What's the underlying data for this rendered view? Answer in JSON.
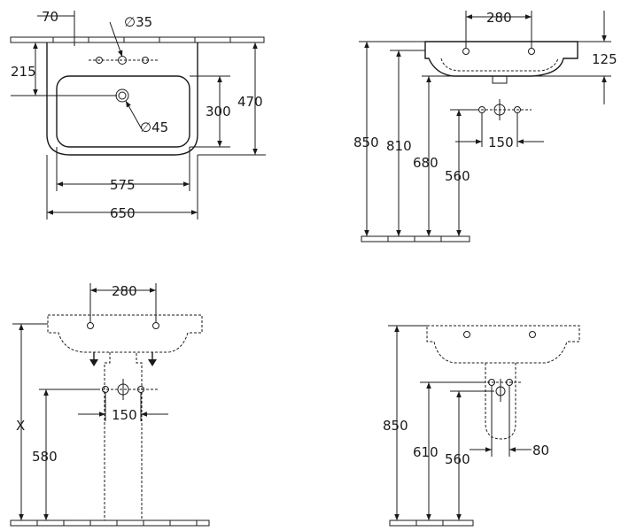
{
  "views": {
    "top": {
      "tap_offset": "70",
      "tap_hole_diameter": "∅35",
      "wall_to_drain": "215",
      "drain_diameter": "∅45",
      "bowl_depth": "300",
      "overall_depth": "470",
      "bowl_width": "575",
      "overall_width": "650"
    },
    "side_installation": {
      "fixing_distance": "280",
      "basin_height": "125",
      "rim_height": "850",
      "underside_height": "810",
      "waste_height": "680",
      "supply_height": "560",
      "supply_spacing": "150"
    },
    "pedestal_view": {
      "fixing_distance": "280",
      "overall_height": "X",
      "supply_height": "580",
      "supply_spacing": "150"
    },
    "semi_pedestal_view": {
      "rim_height": "850",
      "waste_height": "610",
      "supply_height": "560",
      "supply_spacing": "80"
    }
  }
}
